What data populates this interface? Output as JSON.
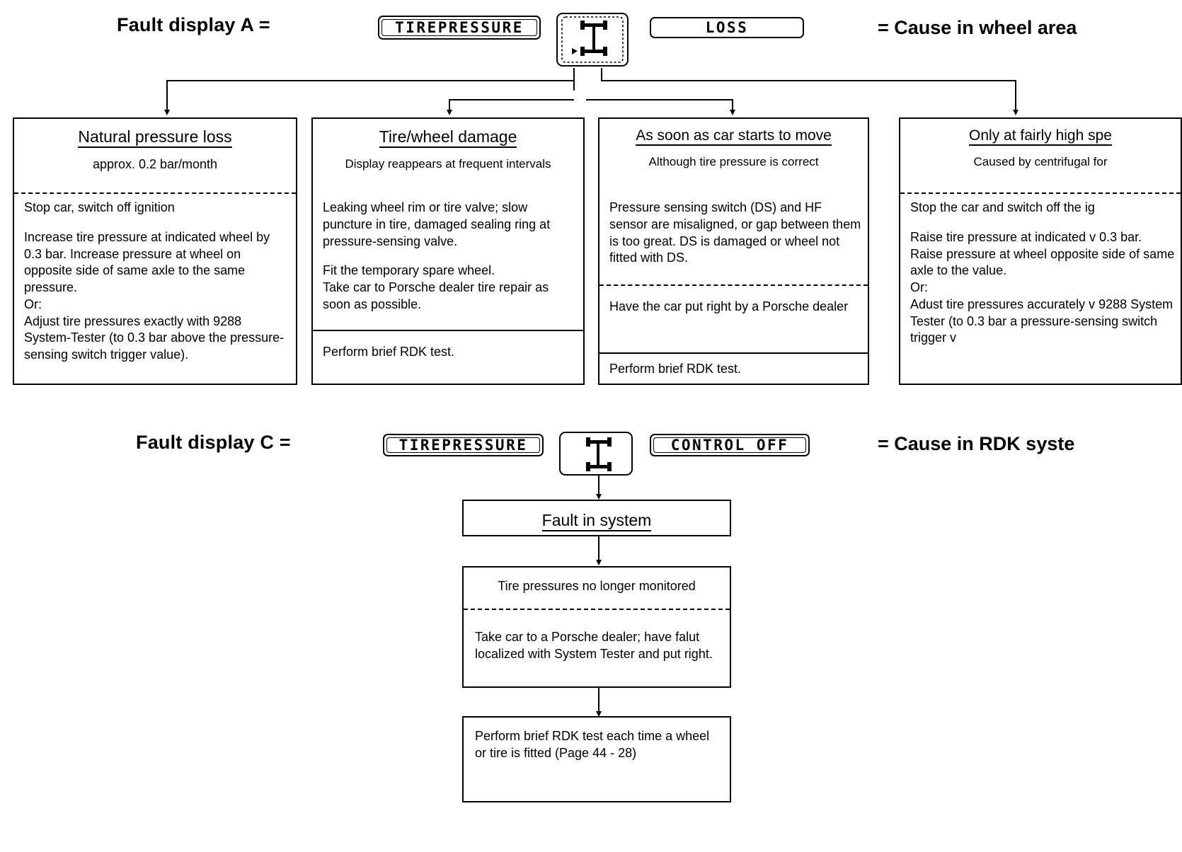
{
  "section_a": {
    "fault_label": "Fault display A =",
    "cause_label": "= Cause in wheel area",
    "display": {
      "message_left": "TIREPRESSURE",
      "message_right": "LOSS",
      "icon": "car-axle-pictogram"
    },
    "branches": [
      {
        "title": "Natural pressure loss",
        "subtitle": "approx. 0.2 bar/month",
        "body": [
          "Stop car, switch off ignition",
          "Increase tire pressure at indicated wheel by 0.3 bar. Increase pressure at wheel on opposite side of same axle to the same pressure.",
          "Or:",
          "Adjust tire pressures exactly with 9288 System-Tester (to 0.3 bar above the pressure-sensing switch trigger value)."
        ],
        "footer": ""
      },
      {
        "title": "Tire/wheel damage",
        "subtitle": "Display reappears at frequent intervals",
        "body": [
          "Leaking wheel rim or tire valve; slow puncture in tire, damaged sealing ring at pressure-sensing valve.",
          "Fit the temporary spare wheel.",
          "Take car to Porsche dealer tire repair as soon as possible."
        ],
        "footer": "Perform brief RDK test."
      },
      {
        "title": "As soon as car starts to move",
        "subtitle": "Although tire pressure is correct",
        "body": [
          "Pressure sensing switch (DS) and HF sensor are misaligned, or gap between them is too great. DS is damaged or wheel not fitted with DS."
        ],
        "middle": "Have the car put right by a Porsche dealer",
        "footer": "Perform brief RDK test."
      },
      {
        "title": "Only at fairly high spe",
        "subtitle": "Caused by centrifugal for",
        "body": [
          "Stop the car and switch off the ig",
          "Raise tire pressure at indicated v 0.3 bar. Raise pressure at wheel opposite side of same axle to the value.",
          "Or:",
          "Adust tire pressures accurately v 9288 System Tester (to 0.3 bar a pressure-sensing switch trigger v"
        ],
        "footer": ""
      }
    ]
  },
  "section_c": {
    "fault_label": "Fault display C  =",
    "cause_label": "= Cause in RDK syste",
    "display": {
      "message_left": "TIREPRESSURE",
      "message_right": "CONTROL OFF",
      "icon": "car-axle-pictogram"
    },
    "steps": [
      {
        "title": "Fault in system"
      },
      {
        "top": "Tire pressures no longer monitored",
        "bottom": "Take car to a Porsche dealer; have falut localized with System Tester and put right."
      },
      {
        "text": "Perform brief RDK test each time a wheel or tire is fitted (Page 44 - 28)"
      }
    ]
  },
  "colors": {
    "ink": "#000000",
    "paper": "#ffffff"
  }
}
